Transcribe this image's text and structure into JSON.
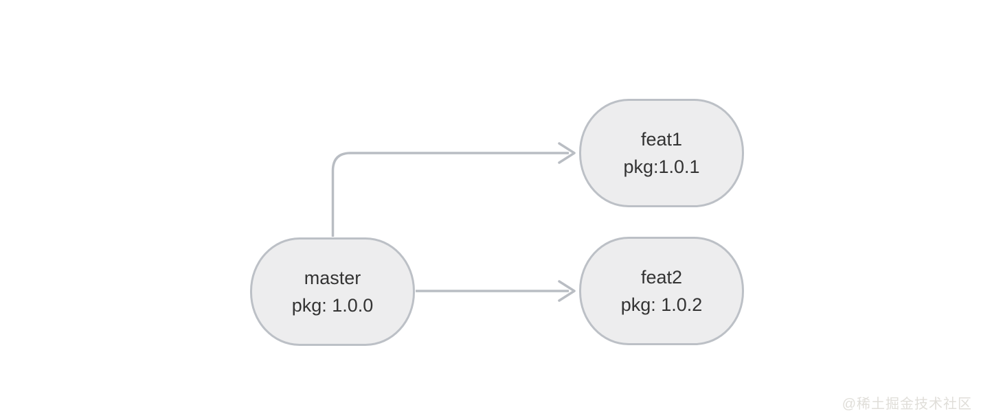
{
  "diagram": {
    "type": "branch-flowchart",
    "nodes": [
      {
        "id": "master",
        "title": "master",
        "version": "pkg: 1.0.0"
      },
      {
        "id": "feat1",
        "title": "feat1",
        "version": "pkg:1.0.1"
      },
      {
        "id": "feat2",
        "title": "feat2",
        "version": "pkg: 1.0.2"
      }
    ],
    "edges": [
      {
        "from": "master",
        "to": "feat1",
        "style": "elbow-up-right-arrow"
      },
      {
        "from": "master",
        "to": "feat2",
        "style": "straight-right-arrow"
      }
    ],
    "colors": {
      "node_fill": "#ededee",
      "node_border": "#bcc0c6",
      "edge_stroke": "#b9bdc3",
      "text": "#333333",
      "watermark": "#e0ded9",
      "background": "#ffffff"
    }
  },
  "watermark": {
    "text": "@稀土掘金技术社区"
  }
}
